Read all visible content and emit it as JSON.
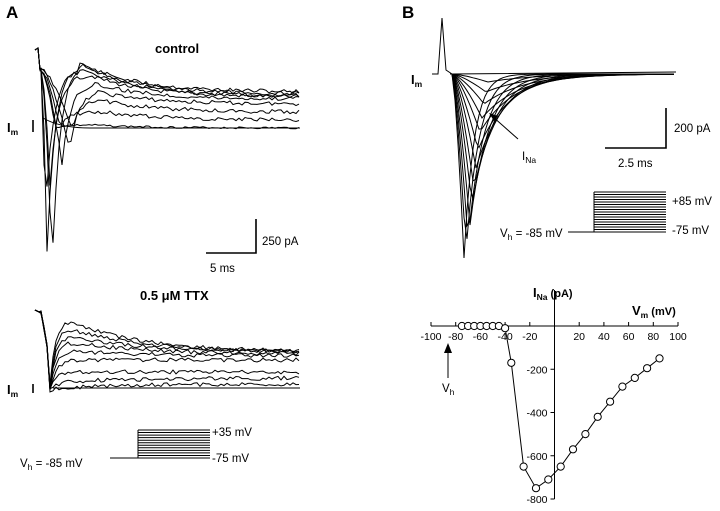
{
  "panels": {
    "A": {
      "letter": "A",
      "control_title": "control",
      "ttx_title": "0.5 μM TTX",
      "im_label": "I",
      "im_sub": "m",
      "scale_current": "250 pA",
      "scale_time": "5 ms",
      "protocol": {
        "vh_main": "V",
        "vh_sub": "h",
        "vh_value": " = -85 mV",
        "top": "+35 mV",
        "bottom": "-75 mV"
      }
    },
    "B": {
      "letter": "B",
      "im_label": "I",
      "im_sub": "m",
      "ina_label": "I",
      "ina_sub": "Na",
      "scale_current": "200 pA",
      "scale_time": "2.5 ms",
      "protocol": {
        "vh_main": "V",
        "vh_sub": "h",
        "vh_value": " = -85 mV",
        "top": "+85 mV",
        "bottom": "-75 mV"
      }
    }
  },
  "chart_data": {
    "type": "line",
    "ylabel": "I",
    "ylabel_sub": "Na",
    "ylabel_unit": " (pA)",
    "xlabel": "V",
    "xlabel_sub": "m",
    "xlabel_unit": " (mV)",
    "annotation": "V",
    "annotation_sub": "h",
    "xlim": [
      -100,
      100
    ],
    "ylim": [
      -800,
      0
    ],
    "xticks": [
      -100,
      -80,
      -60,
      -40,
      -20,
      20,
      40,
      60,
      80,
      100
    ],
    "yticks": [
      -200,
      -400,
      -600,
      -800
    ],
    "x": [
      -75,
      -70,
      -65,
      -60,
      -55,
      -50,
      -45,
      -40,
      -35,
      -25,
      -15,
      -5,
      5,
      15,
      25,
      35,
      45,
      55,
      65,
      75,
      85
    ],
    "y": [
      0,
      0,
      0,
      0,
      0,
      0,
      0,
      -10,
      -170,
      -650,
      -750,
      -710,
      -650,
      -570,
      -500,
      -420,
      -350,
      -280,
      -240,
      -195,
      -150
    ]
  }
}
